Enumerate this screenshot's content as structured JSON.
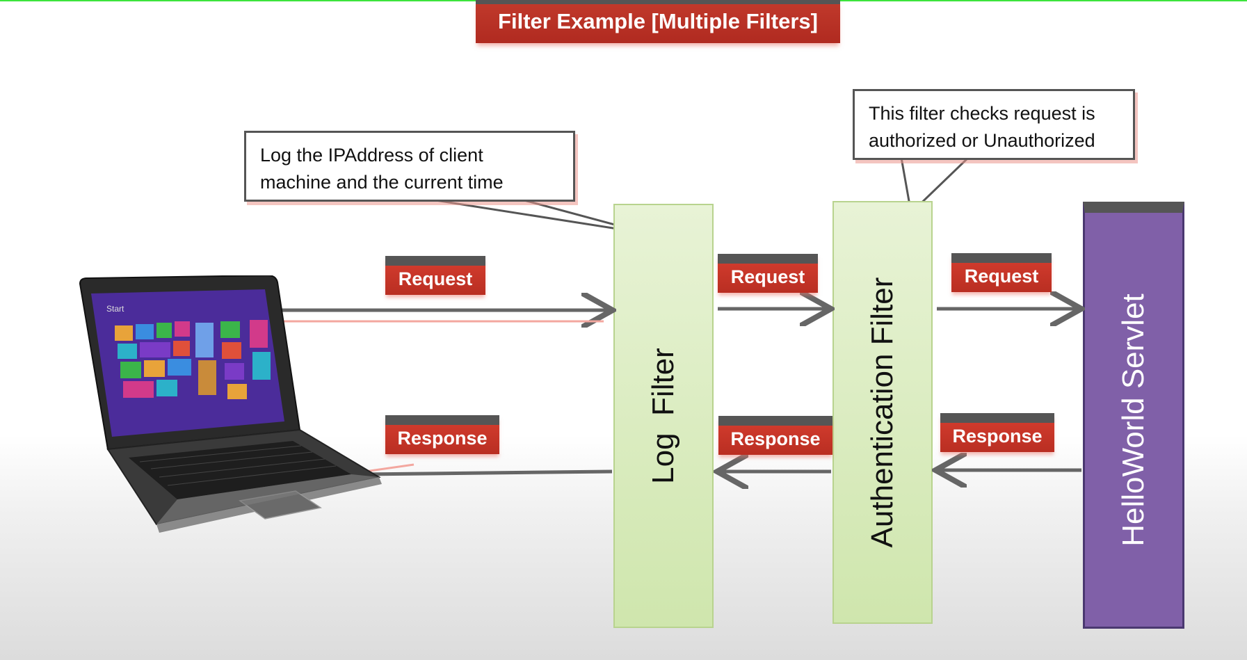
{
  "title": "Filter Example [Multiple Filters]",
  "callouts": {
    "log_line1": "Log the IPAddress of client",
    "log_line2": "machine and the current time",
    "auth_line1": "This filter checks request is",
    "auth_line2": "authorized or Unauthorized"
  },
  "components": {
    "log_filter": "Log  Filter",
    "auth_filter": "Authentication Filter",
    "servlet": "HelloWorld Servlet"
  },
  "labels": {
    "request": "Request",
    "response": "Response"
  },
  "laptop_screen_text": "Start",
  "colors": {
    "title_red": "#c0392b",
    "label_red": "#cf3a2c",
    "filter_green": "#d8ebbb",
    "servlet_purple": "#8060a8",
    "arrow_gray": "#666666"
  }
}
